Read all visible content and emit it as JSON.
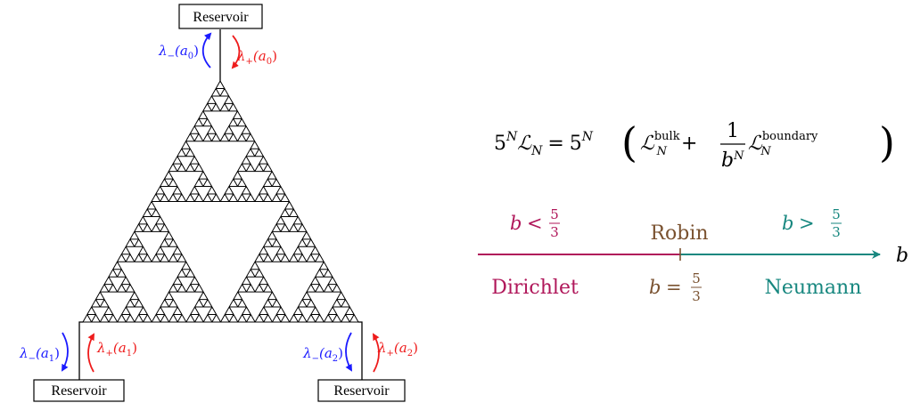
{
  "reservoirs": {
    "top": "Reservoir",
    "bottom_left": "Reservoir",
    "bottom_right": "Reservoir"
  },
  "rates": {
    "a0": {
      "minus": "λ−(a0)",
      "minus_sym": "λ",
      "minus_sub": "−",
      "minus_arg": "(a",
      "minus_idx": "0",
      "minus_close": ")",
      "plus": "λ+(a0)",
      "plus_sym": "λ",
      "plus_sub": "+",
      "plus_arg": "(a",
      "plus_idx": "0",
      "plus_close": ")"
    },
    "a1": {
      "minus": "λ−(a1)",
      "minus_sym": "λ",
      "minus_sub": "−",
      "minus_arg": "(a",
      "minus_idx": "1",
      "minus_close": ")",
      "plus": "λ+(a1)",
      "plus_sym": "λ",
      "plus_sub": "+",
      "plus_arg": "(a",
      "plus_idx": "1",
      "plus_close": ")"
    },
    "a2": {
      "minus": "λ−(a2)",
      "minus_sym": "λ",
      "minus_sub": "−",
      "minus_arg": "(a",
      "minus_idx": "2",
      "minus_close": ")",
      "plus": "λ+(a2)",
      "plus_sym": "λ",
      "plus_sub": "+",
      "plus_arg": "(a",
      "plus_idx": "2",
      "plus_close": ")"
    }
  },
  "fractal": {
    "levels": 5
  },
  "formula": {
    "text": "5^N ℒ_N = 5^N ( ℒ_N^bulk + (1/b^N) ℒ_N^boundary )",
    "base": "5",
    "exp": "N",
    "L": "ℒ",
    "sub_N": "N",
    "eq": "=",
    "bulk": "bulk",
    "one": "1",
    "b": "b",
    "boundary": "boundary",
    "plus": "+"
  },
  "regimes": {
    "axis_label": "b",
    "left": {
      "condition": "b < 5/3",
      "cond_b": "b",
      "cond_op": "<",
      "num": "5",
      "den": "3",
      "name": "Dirichlet",
      "color": "#b0175a"
    },
    "middle": {
      "condition": "b = 5/3",
      "cond_b": "b",
      "cond_op": "=",
      "num": "5",
      "den": "3",
      "name": "Robin",
      "color": "#7a5230"
    },
    "right": {
      "condition": "b > 5/3",
      "cond_b": "b",
      "cond_op": ">",
      "num": "5",
      "den": "3",
      "name": "Neumann",
      "color": "#17877f"
    }
  },
  "colors": {
    "minus": "#1a1aff",
    "plus": "#ee1c1c",
    "line": "#000000"
  }
}
